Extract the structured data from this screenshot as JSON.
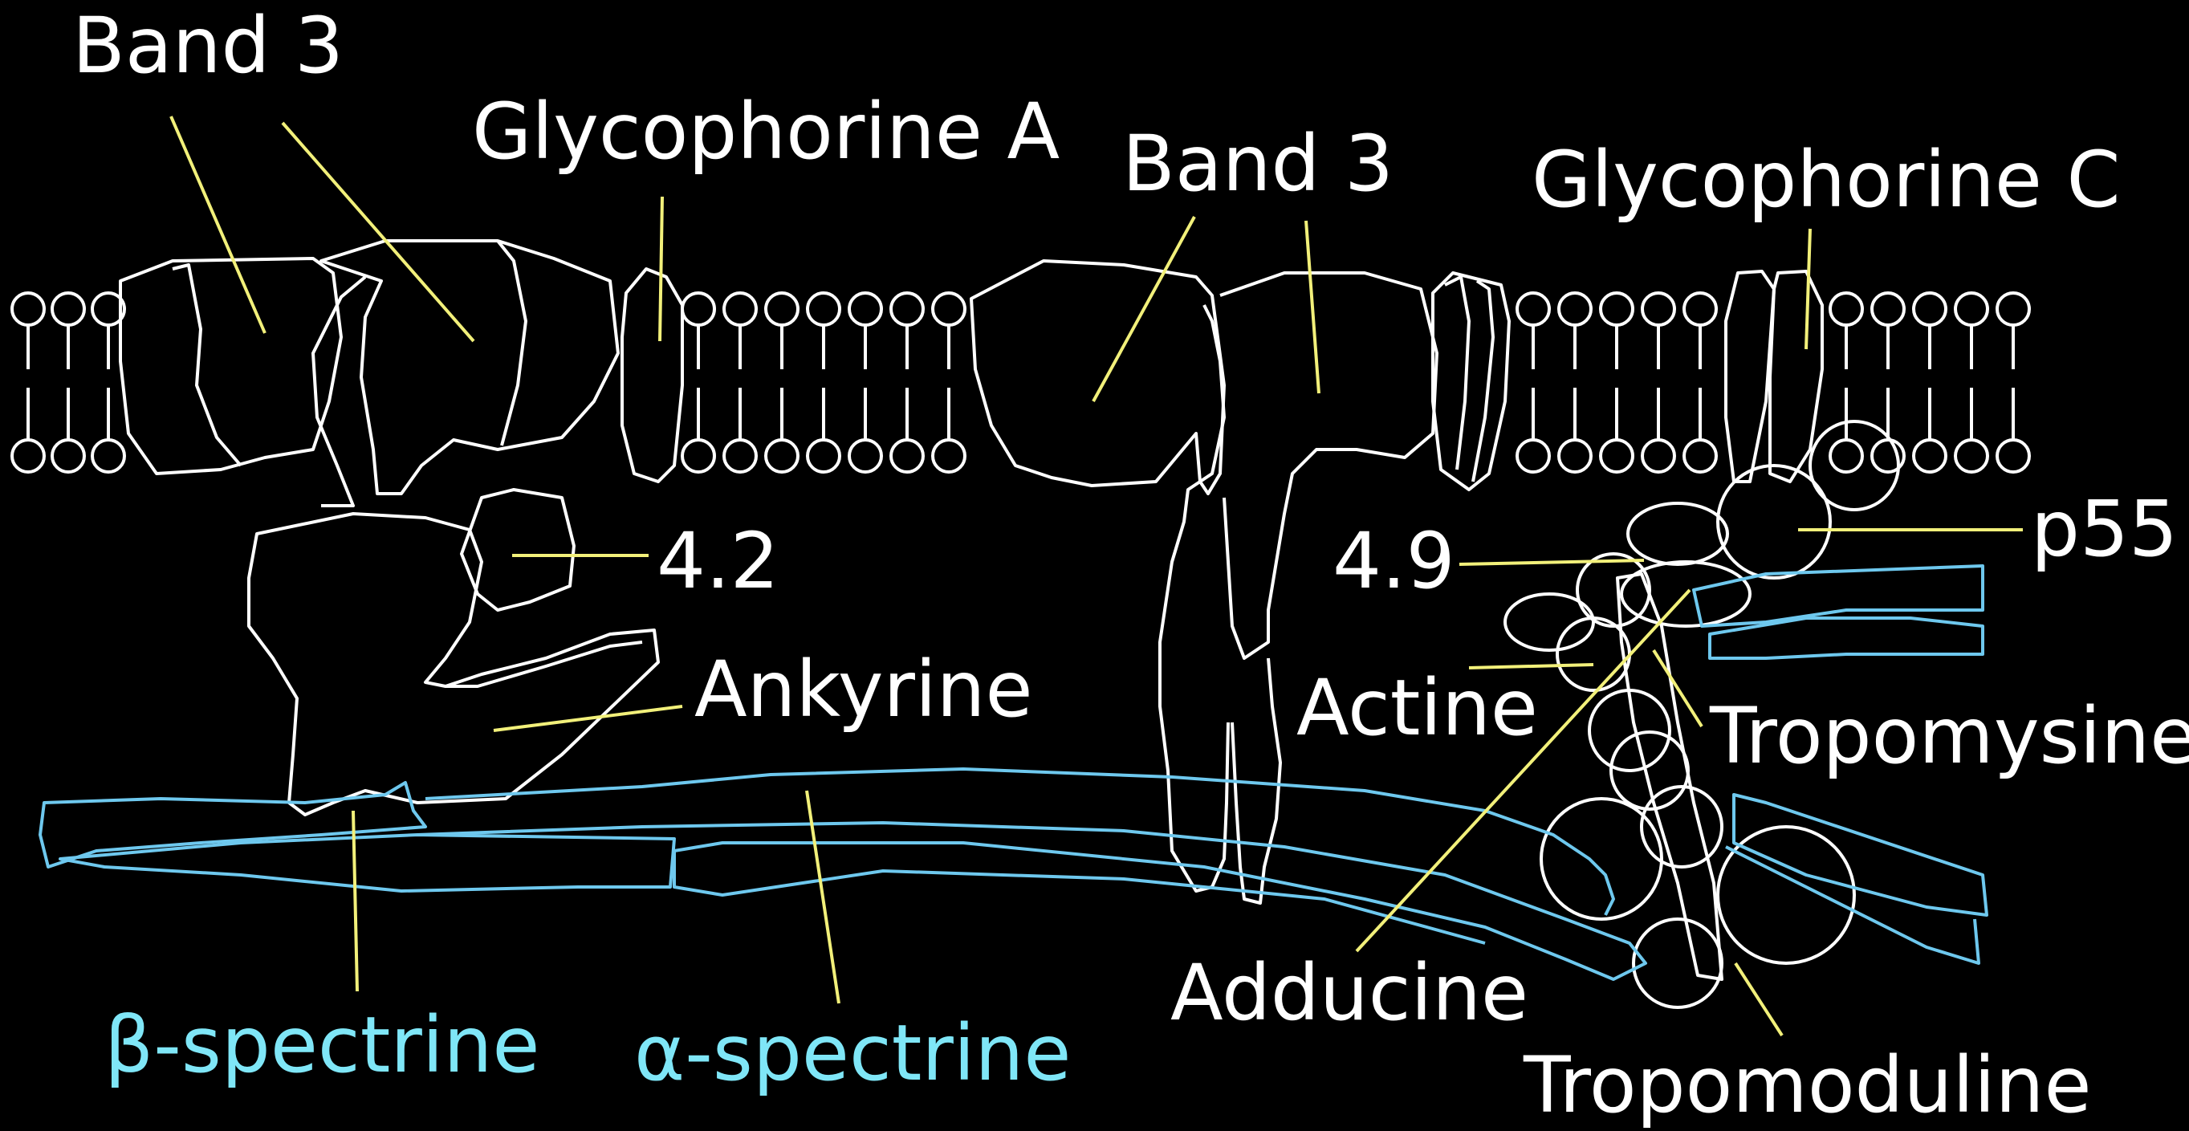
{
  "labels": {
    "band3_left": "Band 3",
    "glycophorine_a": "Glycophorine A",
    "band3_center": "Band 3",
    "glycophorine_c": "Glycophorine C",
    "p55": "p55",
    "protein_4_2": "4.2",
    "protein_4_9": "4.9",
    "ankyrine": "Ankyrine",
    "actine": "Actine",
    "tropomysine": "Tropomysine",
    "adducine": "Adducine",
    "beta_spectrine": "β-spectrine",
    "alpha_spectrine": "α-spectrine",
    "tropomoduline": "Tropomoduline"
  },
  "colors": {
    "background": "#000000",
    "outline": "#ffffff",
    "spectrin": "#6ec8ee",
    "spectrin_label": "#7fe6f7",
    "leader_line": "#f2f07a"
  }
}
